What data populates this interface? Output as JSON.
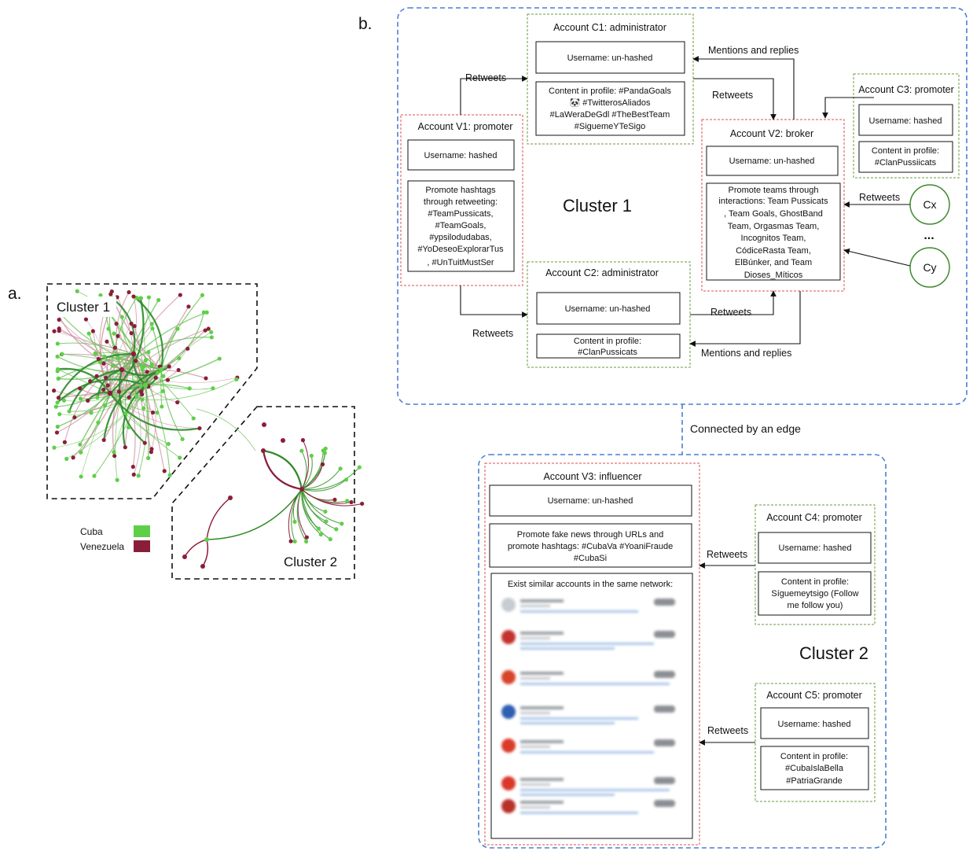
{
  "panel_a": {
    "letter": "a.",
    "cluster1_label": "Cluster 1",
    "cluster2_label": "Cluster 2",
    "legend": [
      {
        "label": "Cuba",
        "color": "#5fcf4a"
      },
      {
        "label": "Venezuela",
        "color": "#8a1e3a"
      }
    ]
  },
  "panel_b": {
    "letter": "b.",
    "cluster1_label": "Cluster 1",
    "cluster2_label": "Cluster 2",
    "connector_label": "Connected by an edge",
    "colors": {
      "cluster_border": "#4a7fd4",
      "promoter_border": "#d9534f",
      "admin_border": "#6b9a3c"
    },
    "accounts": {
      "c1": {
        "title": "Account C1: administrator",
        "username": "Username: un-hashed",
        "content": [
          "Content in profile: #PandaGoals",
          "🐼 #TwitterosAliados",
          "#LaWeraDeGdl #TheBestTeam",
          "#SiguemeYTeSigo"
        ]
      },
      "v1": {
        "title": "Account V1: promoter",
        "username": "Username: hashed",
        "content": [
          "Promote hashtags",
          "through retweeting:",
          "#TeamPussicats,",
          "#TeamGoals,",
          "#ypsilodudabas,",
          "#YoDeseoExplorarTus",
          ", #UnTuitMustSer"
        ]
      },
      "c2": {
        "title": "Account C2: administrator",
        "username": "Username: un-hashed",
        "content": [
          "Content in profile:",
          "#ClanPussicats"
        ]
      },
      "v2": {
        "title": "Account V2: broker",
        "username": "Username: un-hashed",
        "content": [
          "Promote teams through",
          "interactions: Team Pussicats",
          ", Team Goals, GhostBand",
          "Team, Orgasmas Team,",
          "Incognitos Team,",
          "CódiceRasta Team,",
          "ElBúnker, and Team",
          "Dioses_Míticos"
        ]
      },
      "c3": {
        "title": "Account C3: promoter",
        "username": "Username: hashed",
        "content": [
          "Content in profile:",
          "#ClanPussiicats"
        ]
      },
      "v3": {
        "title": "Account V3: influencer",
        "username": "Username: un-hashed",
        "content": [
          "Promote fake news through URLs and",
          "promote hashtags: #CubaVa #YoaniFraude",
          "#CubaSi"
        ],
        "similar_title": "Exist similar accounts in the same network:"
      },
      "c4": {
        "title": "Account C4: promoter",
        "username": "Username: hashed",
        "content": [
          "Content in profile:",
          "Síguemeytsigo (Follow",
          "me follow you)"
        ]
      },
      "c5": {
        "title": "Account C5: promoter",
        "username": "Username: hashed",
        "content": [
          "Content in profile:",
          "#CubaIslaBella",
          "#PatriaGrande"
        ]
      }
    },
    "nodes": {
      "cx": "Cx",
      "cy": "Cy",
      "ellipsis": "..."
    },
    "edge_labels": {
      "mentions_top": "Mentions and replies",
      "retweets_v1_c1": "Retweets",
      "retweets_c1_v2": "Retweets",
      "retweets_cx": "Retweets",
      "retweets_v1_c2": "Retweets",
      "retweets_c2_v2": "Retweets",
      "mentions_bottom": "Mentions and replies",
      "retweets_c4": "Retweets",
      "retweets_c5": "Retweets"
    }
  }
}
